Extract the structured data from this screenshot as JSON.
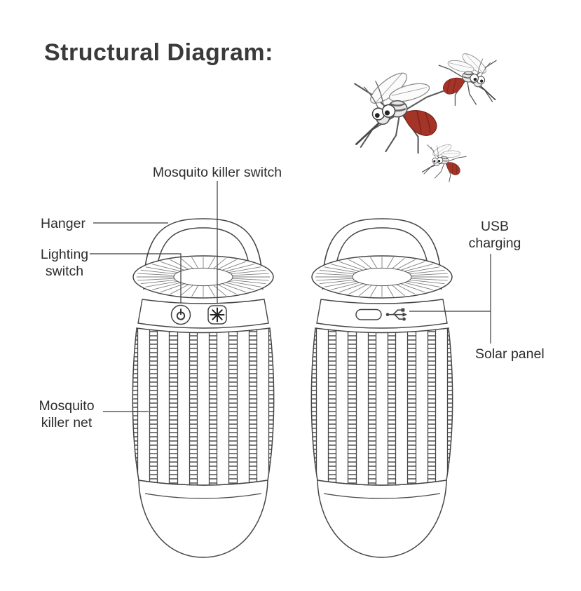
{
  "title": "Structural Diagram:",
  "labels": {
    "mosquito_killer_switch": "Mosquito killer switch",
    "hanger": "Hanger",
    "lighting_switch": "Lighting\nswitch",
    "mosquito_killer_net": "Mosquito\nkiller net",
    "usb_charging": "USB\ncharging",
    "solar_panel": "Solar panel"
  },
  "icons": {
    "power": "power-symbol (circle with bar)",
    "mosquito_zap": "starburst splat",
    "usb": "usb-trident"
  },
  "colors": {
    "outline": "#454545",
    "text": "#2d2d2d",
    "leader_line": "#3a3a3a",
    "mosquito_red": "#a43328"
  }
}
